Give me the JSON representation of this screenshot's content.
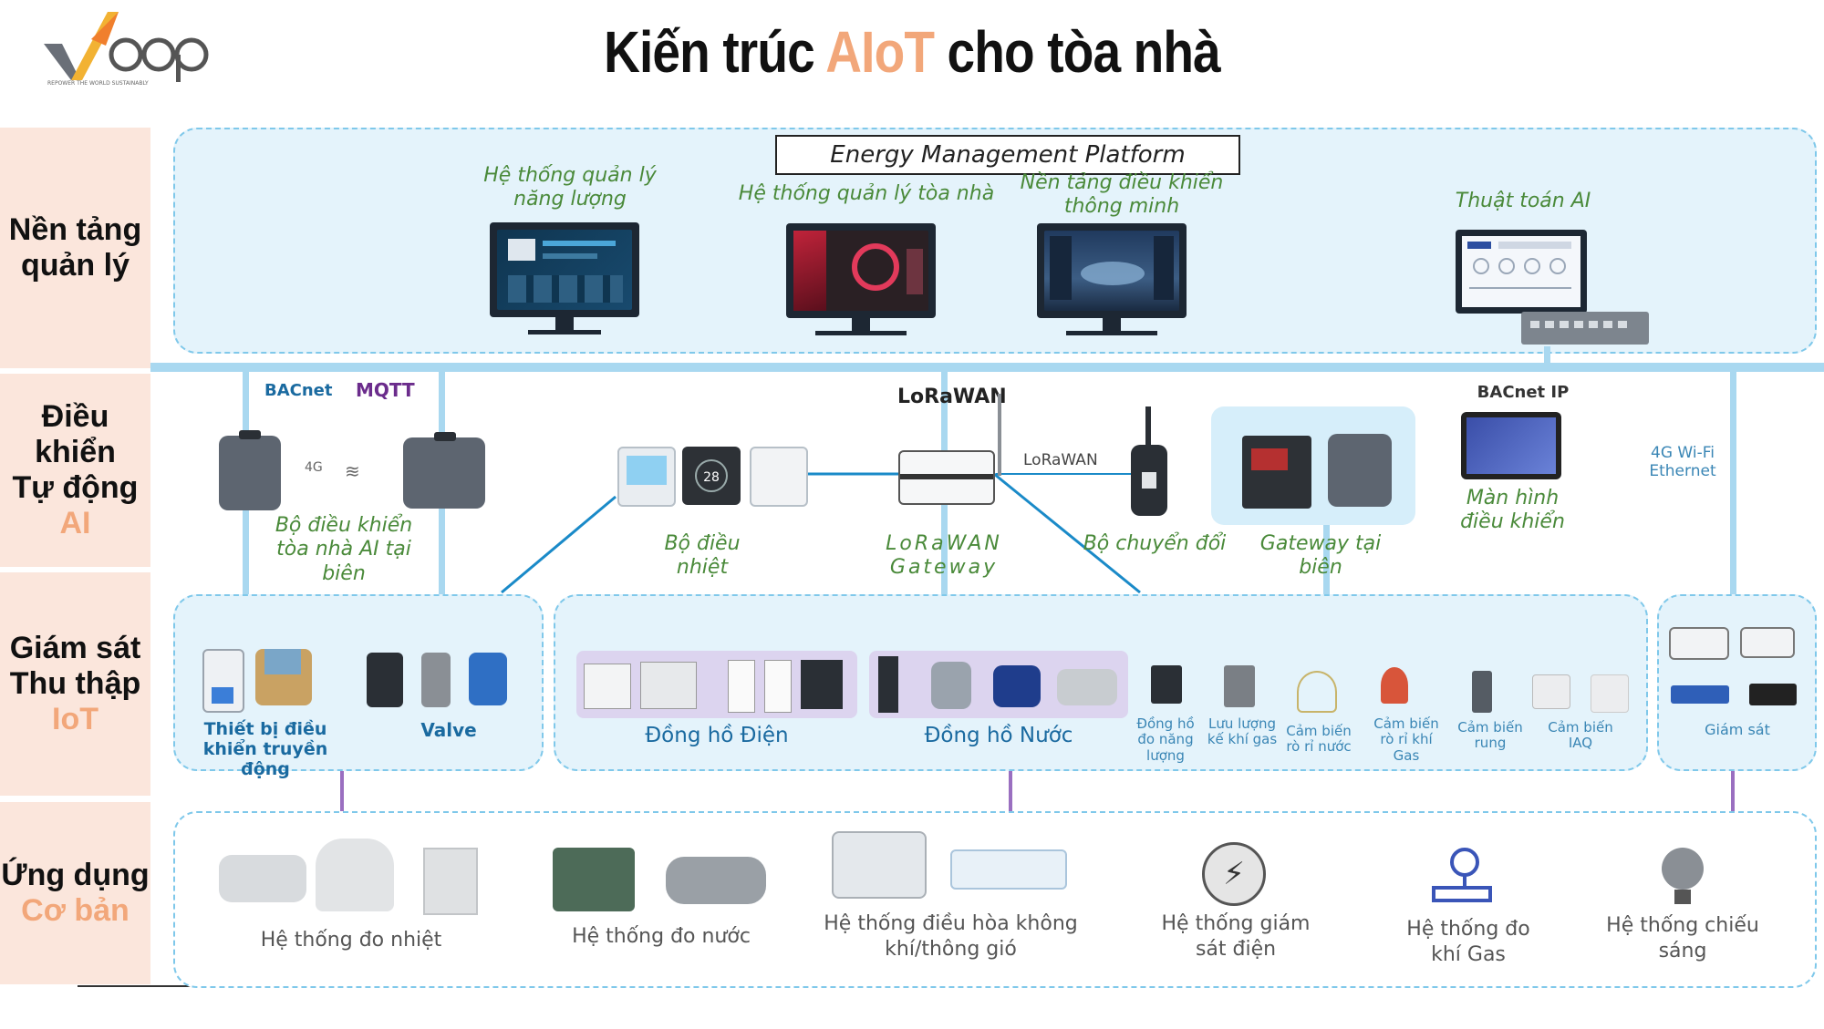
{
  "title": {
    "part1": "Kiến trúc ",
    "accent": "AIoT",
    "part2": " cho tòa nhà"
  },
  "colors": {
    "accent": "#f2a77a",
    "box_bg": "#e4f3fb",
    "box_border": "#7fc8ea",
    "label_bg": "#fbe6dc",
    "link": "#1a6aa0",
    "italic_green": "#4a8a3a",
    "connector_purple": "#9a6fc0"
  },
  "logo": {
    "name": "veep-logo",
    "tagline": "REPOWER THE WORLD SUSTAINABLY"
  },
  "layers": [
    {
      "line1": "Nền tảng",
      "line2": "quản lý",
      "highlight": ""
    },
    {
      "line1": "Điều khiển",
      "line2": "Tự động",
      "highlight": "AI"
    },
    {
      "line1": "Giám sát",
      "line2": "Thu thập",
      "highlight": "IoT"
    },
    {
      "line1": "Ứng dụng",
      "line2": "",
      "highlight": "Cơ bản"
    }
  ],
  "platform": {
    "header": "Energy Management Platform",
    "ems": "Hệ thống quản lý năng lượng",
    "bms": "Hệ thống quản lý tòa nhà",
    "smart": "Nền tảng điều khiển thông minh",
    "ai": "Thuật toán AI"
  },
  "control": {
    "bacnet_logo": "BACnet",
    "mqtt_logo": "MQTT",
    "edge_controller": "Bộ điều khiển tòa nhà AI tại biên",
    "thermostat": "Bộ điều nhiệt",
    "thermostat_value": "28",
    "lorawan_logo": "LoRaWAN",
    "lorawan_link": "LoRaWAN",
    "lorawan_gateway": "LoRaWAN Gateway",
    "converter": "Bộ chuyển đổi",
    "edge_gateway": "Gateway tại biên",
    "bacnet_ip": "BACnet IP",
    "screen": "Màn hình điều khiển",
    "connectivity": "4G Wi-Fi Ethernet",
    "signal_4g": "4G"
  },
  "iot": {
    "actuators": "Thiết bị điều khiển truyền động",
    "valve": "Valve",
    "power_meter": "Đồng hồ Điện",
    "water_meter": "Đồng hồ Nước",
    "energy_meter": "Đồng hồ đo năng lượng",
    "gas_flow": "Lưu lượng kế khí gas",
    "water_leak": "Cảm biến rò rỉ nước",
    "gas_leak": "Cảm biến rò rỉ khí Gas",
    "vibration": "Cảm biến rung",
    "iaq": "Cảm biến IAQ",
    "surveillance": "Giám sát"
  },
  "apps": {
    "thermal": "Hệ thống đo nhiệt",
    "water": "Hệ thống đo nước",
    "hvac": "Hệ thống điều hòa không khí/thông gió",
    "power": "Hệ thống giám sát điện",
    "gas": "Hệ thống đo khí Gas",
    "lighting": "Hệ thống chiếu sáng"
  }
}
